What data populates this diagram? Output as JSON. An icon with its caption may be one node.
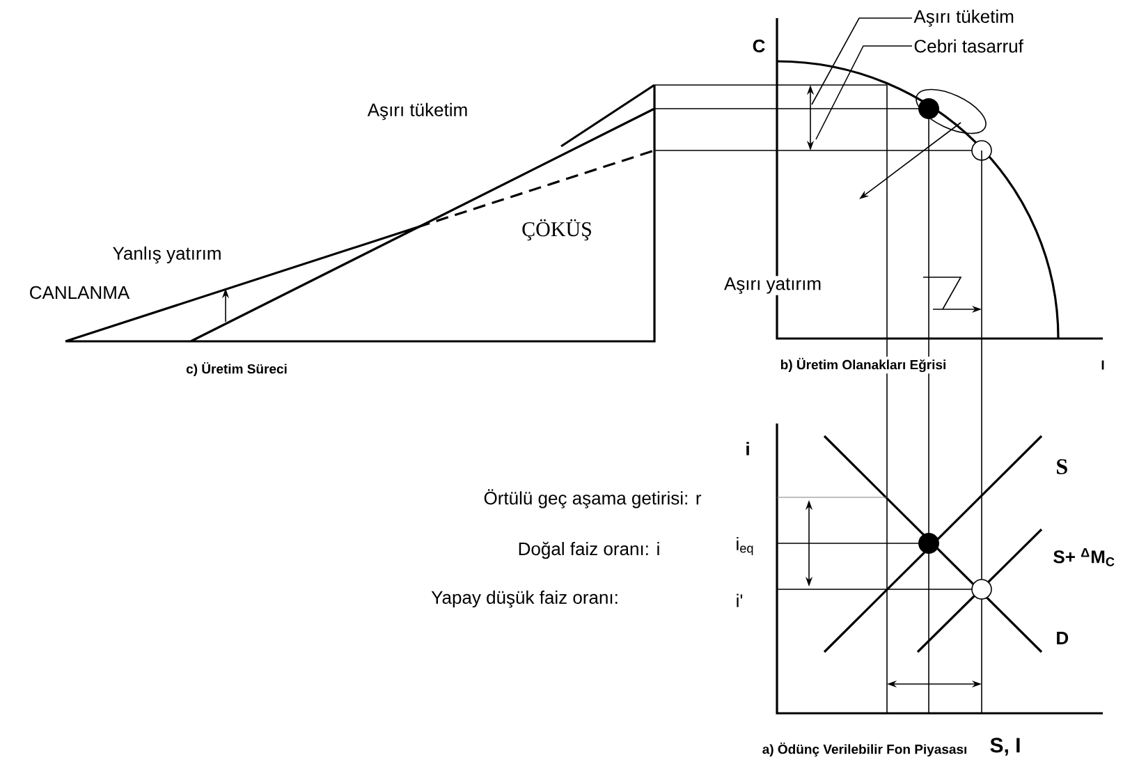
{
  "diagram": {
    "nodes": [
      {
        "text": [
          "Aşırı tüketim"
        ]
      },
      {
        "text": [
          "Cebri tasarruf"
        ]
      }
    ],
    "edges": [
      {
        "from": 0,
        "to": null,
        "arrow": "none"
      },
      {
        "from": 1,
        "to": null,
        "arrow": "none"
      }
    ],
    "labels": [
      "C",
      "Aşırı tüketim",
      "ÇÖKÜŞ",
      "Yanlış yatırım",
      "Aşırı yatırım",
      "CANLANMA",
      "c) Üretim Süreci",
      "b) Üretim Olanakları Eğrisi",
      "I",
      "i",
      "S",
      "Örtülü geç aşama getirisi: r",
      "Doğal faiz oranı: i",
      "i$_{eq}$",
      "S+ $^{Δ}$M$_{C}$",
      "Yapay düşük faiz oranı:",
      "i'",
      "D",
      "a) Ödünç Verilebilir Fon Piyasası",
      "S, I"
    ]
  }
}
